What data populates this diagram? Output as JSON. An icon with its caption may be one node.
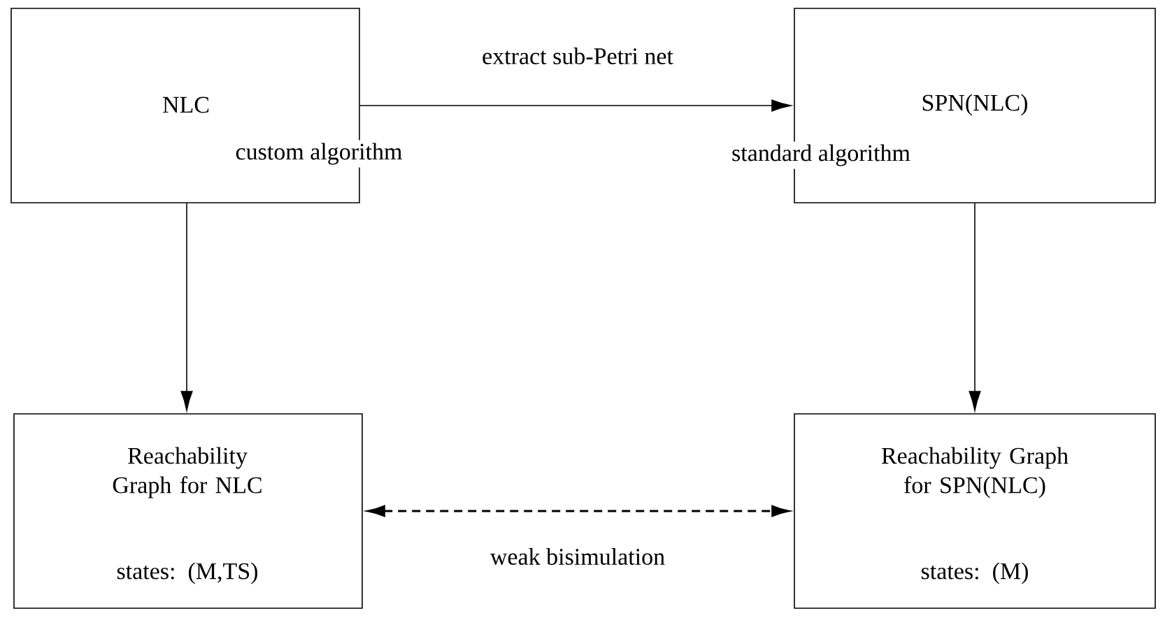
{
  "diagram": {
    "nodes": [
      {
        "text": [
          "NLC"
        ]
      },
      {
        "text": [
          "SPN(NLC)"
        ]
      },
      {
        "text": [
          "Reachability Graph for NLC",
          "states: (M,TS)"
        ]
      },
      {
        "text": [
          "Reachability Graph for SPN(NLC)",
          "states: (M)"
        ]
      }
    ],
    "edges": [
      {
        "from": 0,
        "to": 1,
        "arrow": "to",
        "label": "extract sub-Petri net"
      },
      {
        "from": 0,
        "to": 2,
        "arrow": "to",
        "label": "custom algorithm"
      },
      {
        "from": 1,
        "to": 3,
        "arrow": "to",
        "label": "standard algorithm"
      },
      {
        "from": 2,
        "to": 3,
        "arrow": "both",
        "label": "weak bisimulation",
        "style": "dashed"
      }
    ]
  }
}
